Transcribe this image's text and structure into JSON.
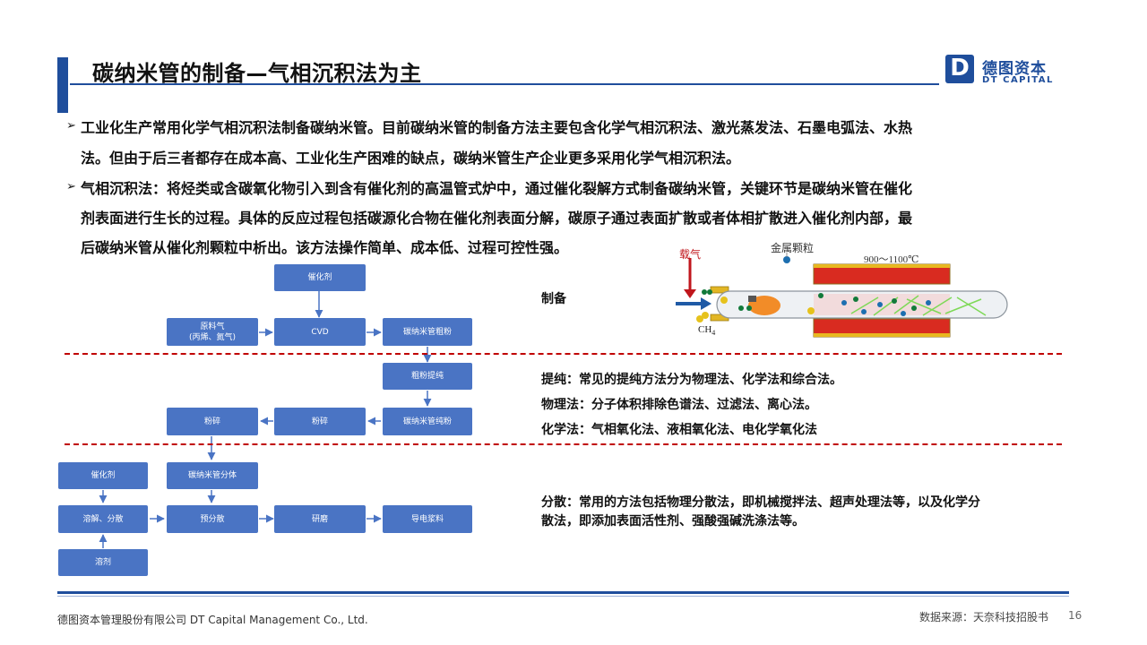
{
  "header": {
    "title": "碳纳米管的制备—气相沉积法为主",
    "logo_mark": "D",
    "logo_cn": "德图资本",
    "logo_en": "DT CAPITAL"
  },
  "bullets": [
    {
      "mark": "➢",
      "lines": [
        "工业化生产常用化学气相沉积法制备碳纳米管。目前碳纳米管的制备方法主要包含化学气相沉积法、激光蒸发法、石墨电弧法、水热",
        "法。但由于后三者都存在成本高、工业化生产困难的缺点，碳纳米管生产企业更多采用化学气相沉积法。"
      ]
    },
    {
      "mark": "➢",
      "lines": [
        "气相沉积法：将烃类或含碳氧化物引入到含有催化剂的高温管式炉中，通过催化裂解方式制备碳纳米管，关键环节是碳纳米管在催化",
        "剂表面进行生长的过程。具体的反应过程包括碳源化合物在催化剂表面分解，碳原子通过表面扩散或者体相扩散进入催化剂内部，最",
        "后碳纳米管从催化剂颗粒中析出。该方法操作简单、成本低、过程可控性强。"
      ]
    }
  ],
  "flow": {
    "catalyst_top": "催化剂",
    "raw_gas": "原料气",
    "raw_gas_sub": "(丙烯、氮气)",
    "cvd": "CVD",
    "crude_powder": "碳纳米管粗粉",
    "purify_crude": "粗粉提纯",
    "pure_powder": "碳纳米管纯粉",
    "crush1": "粉碎",
    "crush2": "粉碎",
    "catalyst_bottom": "催化剂",
    "dispersant": "碳纳米管分体",
    "dissolve": "溶解、分散",
    "predisperse": "预分散",
    "grind": "研磨",
    "conductive_paste": "导电浆料",
    "solvent": "溶剂"
  },
  "diagram": {
    "carrier_gas": "载气",
    "metal_particles": "金属颗粒",
    "temperature": "900～1100℃",
    "methane": "CH",
    "methane_sub": "4"
  },
  "sections": {
    "prep": "制备",
    "purify": [
      "提纯：常见的提纯方法分为物理法、化学法和综合法。",
      "物理法：分子体积排除色谱法、过滤法、离心法。",
      "化学法：气相氧化法、液相氧化法、电化学氧化法"
    ],
    "disperse": [
      "分散：常用的方法包括物理分散法，即机械搅拌法、超声处理法等，以及化学分",
      "散法，即添加表面活性剂、强酸强碱洗涤法等。"
    ]
  },
  "footer": {
    "company": "德图资本管理股份有限公司  DT Capital  Management  Co., Ltd.",
    "source": "数据来源：天奈科技招股书",
    "page": "16"
  },
  "colors": {
    "brand_blue": "#1f4e9c",
    "flow_box": "#4a74c4",
    "divider_red": "#c00000"
  }
}
